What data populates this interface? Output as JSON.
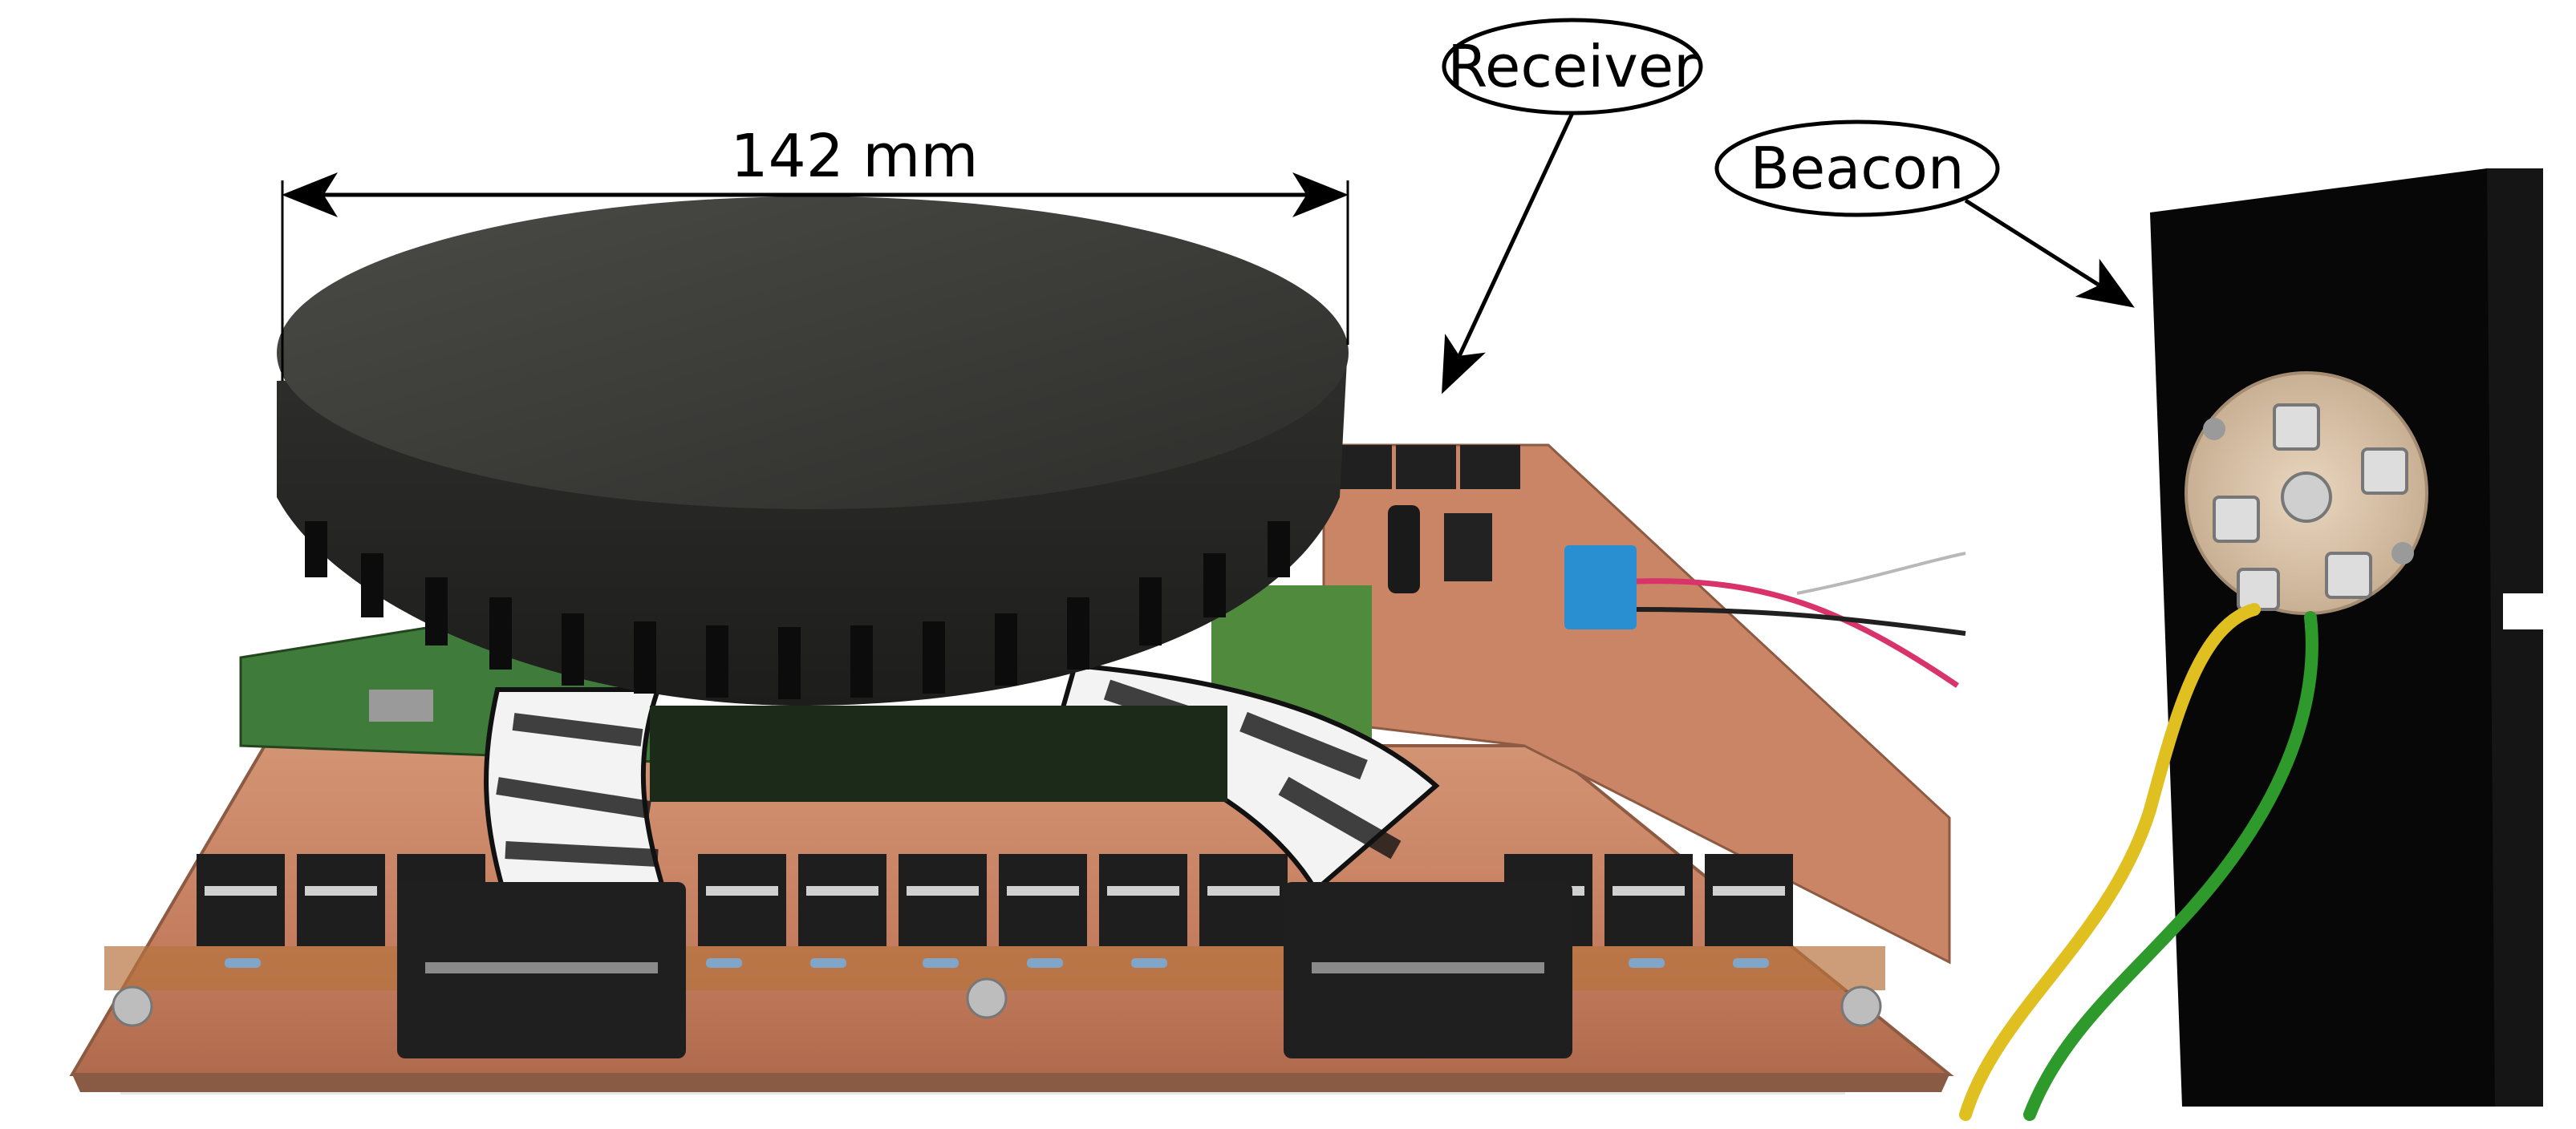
{
  "labels": {
    "dimension": "142 mm",
    "receiver": "Receiver",
    "beacon": "Beacon"
  },
  "colors": {
    "background": "#ffffff",
    "pcb": "#c98566",
    "disc": "#3a3a38",
    "beacon_plate": "#070707",
    "wire_yellow": "#e0c020",
    "wire_green": "#2f9a2c"
  }
}
